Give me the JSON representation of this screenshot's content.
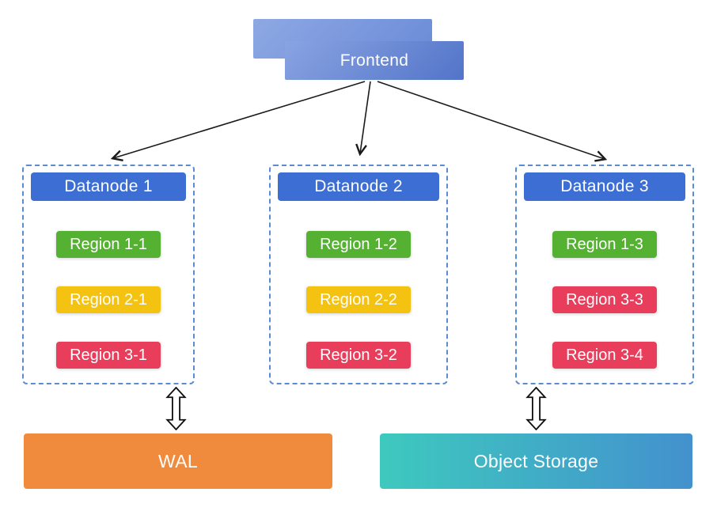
{
  "diagram": {
    "frontend": {
      "label": "Frontend"
    },
    "datanodes": [
      {
        "title": "Datanode 1",
        "regions": [
          {
            "label": "Region 1-1",
            "color": "#55b132"
          },
          {
            "label": "Region 2-1",
            "color": "#f4c211"
          },
          {
            "label": "Region 3-1",
            "color": "#e93d5c"
          }
        ]
      },
      {
        "title": "Datanode 2",
        "regions": [
          {
            "label": "Region 1-2",
            "color": "#55b132"
          },
          {
            "label": "Region 2-2",
            "color": "#f4c211"
          },
          {
            "label": "Region 3-2",
            "color": "#e93d5c"
          }
        ]
      },
      {
        "title": "Datanode 3",
        "regions": [
          {
            "label": "Region 1-3",
            "color": "#55b132"
          },
          {
            "label": "Region 3-3",
            "color": "#e93d5c"
          },
          {
            "label": "Region 3-4",
            "color": "#e93d5c"
          }
        ]
      }
    ],
    "wal": {
      "label": "WAL",
      "color": "#f08b3d"
    },
    "object_storage": {
      "label": "Object Storage",
      "gradient_start": "#3ec9be",
      "gradient_end": "#4391ce"
    }
  },
  "colors": {
    "datanode_header": "#3d6ed3",
    "container_border": "#5b8bd0",
    "frontend_gradient_start": "#8aa4e2",
    "frontend_gradient_end": "#5274c9",
    "arrow": "#1a1a1a"
  }
}
